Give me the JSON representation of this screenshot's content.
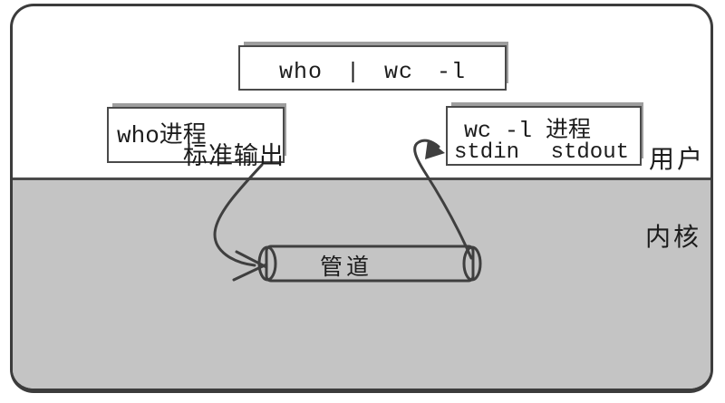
{
  "diagram": {
    "command_box": {
      "text": "who | wc -l"
    },
    "who_process_box": {
      "title": "who进程",
      "stdout_label_cn": "标准输出"
    },
    "wc_process_box": {
      "title": "wc -l 进程",
      "stdin_label": "stdin",
      "stdout_label": "stdout"
    },
    "pipe": {
      "label": "管道"
    },
    "regions": {
      "user_label": "用户",
      "kernel_label": "内核"
    },
    "colors": {
      "kernel_bg": "#c4c4c4",
      "stroke": "#3f3f3f",
      "box_border": "#4a4a4a",
      "pipe_fill": "#c9c9c9",
      "pipe_opening_fill": "#ededed"
    }
  }
}
